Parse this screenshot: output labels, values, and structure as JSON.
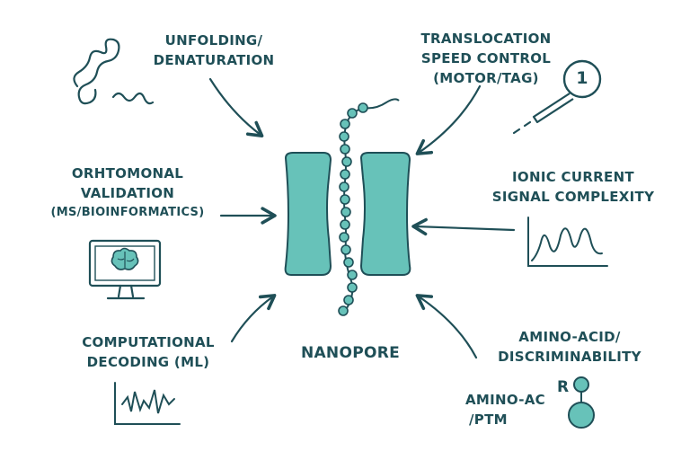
{
  "colors": {
    "ink": "#1f4f57",
    "teal": "#67c2b9",
    "teal_dark": "#2a6b70",
    "bg": "#ffffff"
  },
  "center": {
    "label": "NANOPORE"
  },
  "factors": {
    "unfolding": {
      "line1": "UNFOLDING/",
      "line2": "DENATURATION",
      "icon": "squiggle-protein-icon"
    },
    "translocation": {
      "line1": "TRANSLOCATION",
      "line2": "SPEED CONTROL",
      "line3": "(MOTOR/TAG)",
      "badge": "1",
      "icon": "motor-tag-icon"
    },
    "orthogonal": {
      "line1": "ORHTOMONAL",
      "line2": "VALIDATION",
      "line3": "(MS/BIOINFORMATICS)",
      "icon": "monitor-brain-icon"
    },
    "ionic": {
      "line1": "IONIC CURRENT",
      "line2": "SIGNAL COMPLEXITY",
      "icon": "signal-plot-icon"
    },
    "computational": {
      "line1": "COMPUTATIONAL",
      "line2": "DECODING (ML)",
      "icon": "signal-trace-icon"
    },
    "amino": {
      "line1": "AMINO-ACID/",
      "line2": "DISCRIMINABILITY"
    },
    "ptm": {
      "line1": "AMINO-AC",
      "line2": "/PTM",
      "r_label": "R",
      "icon": "residue-ball-icon"
    }
  }
}
